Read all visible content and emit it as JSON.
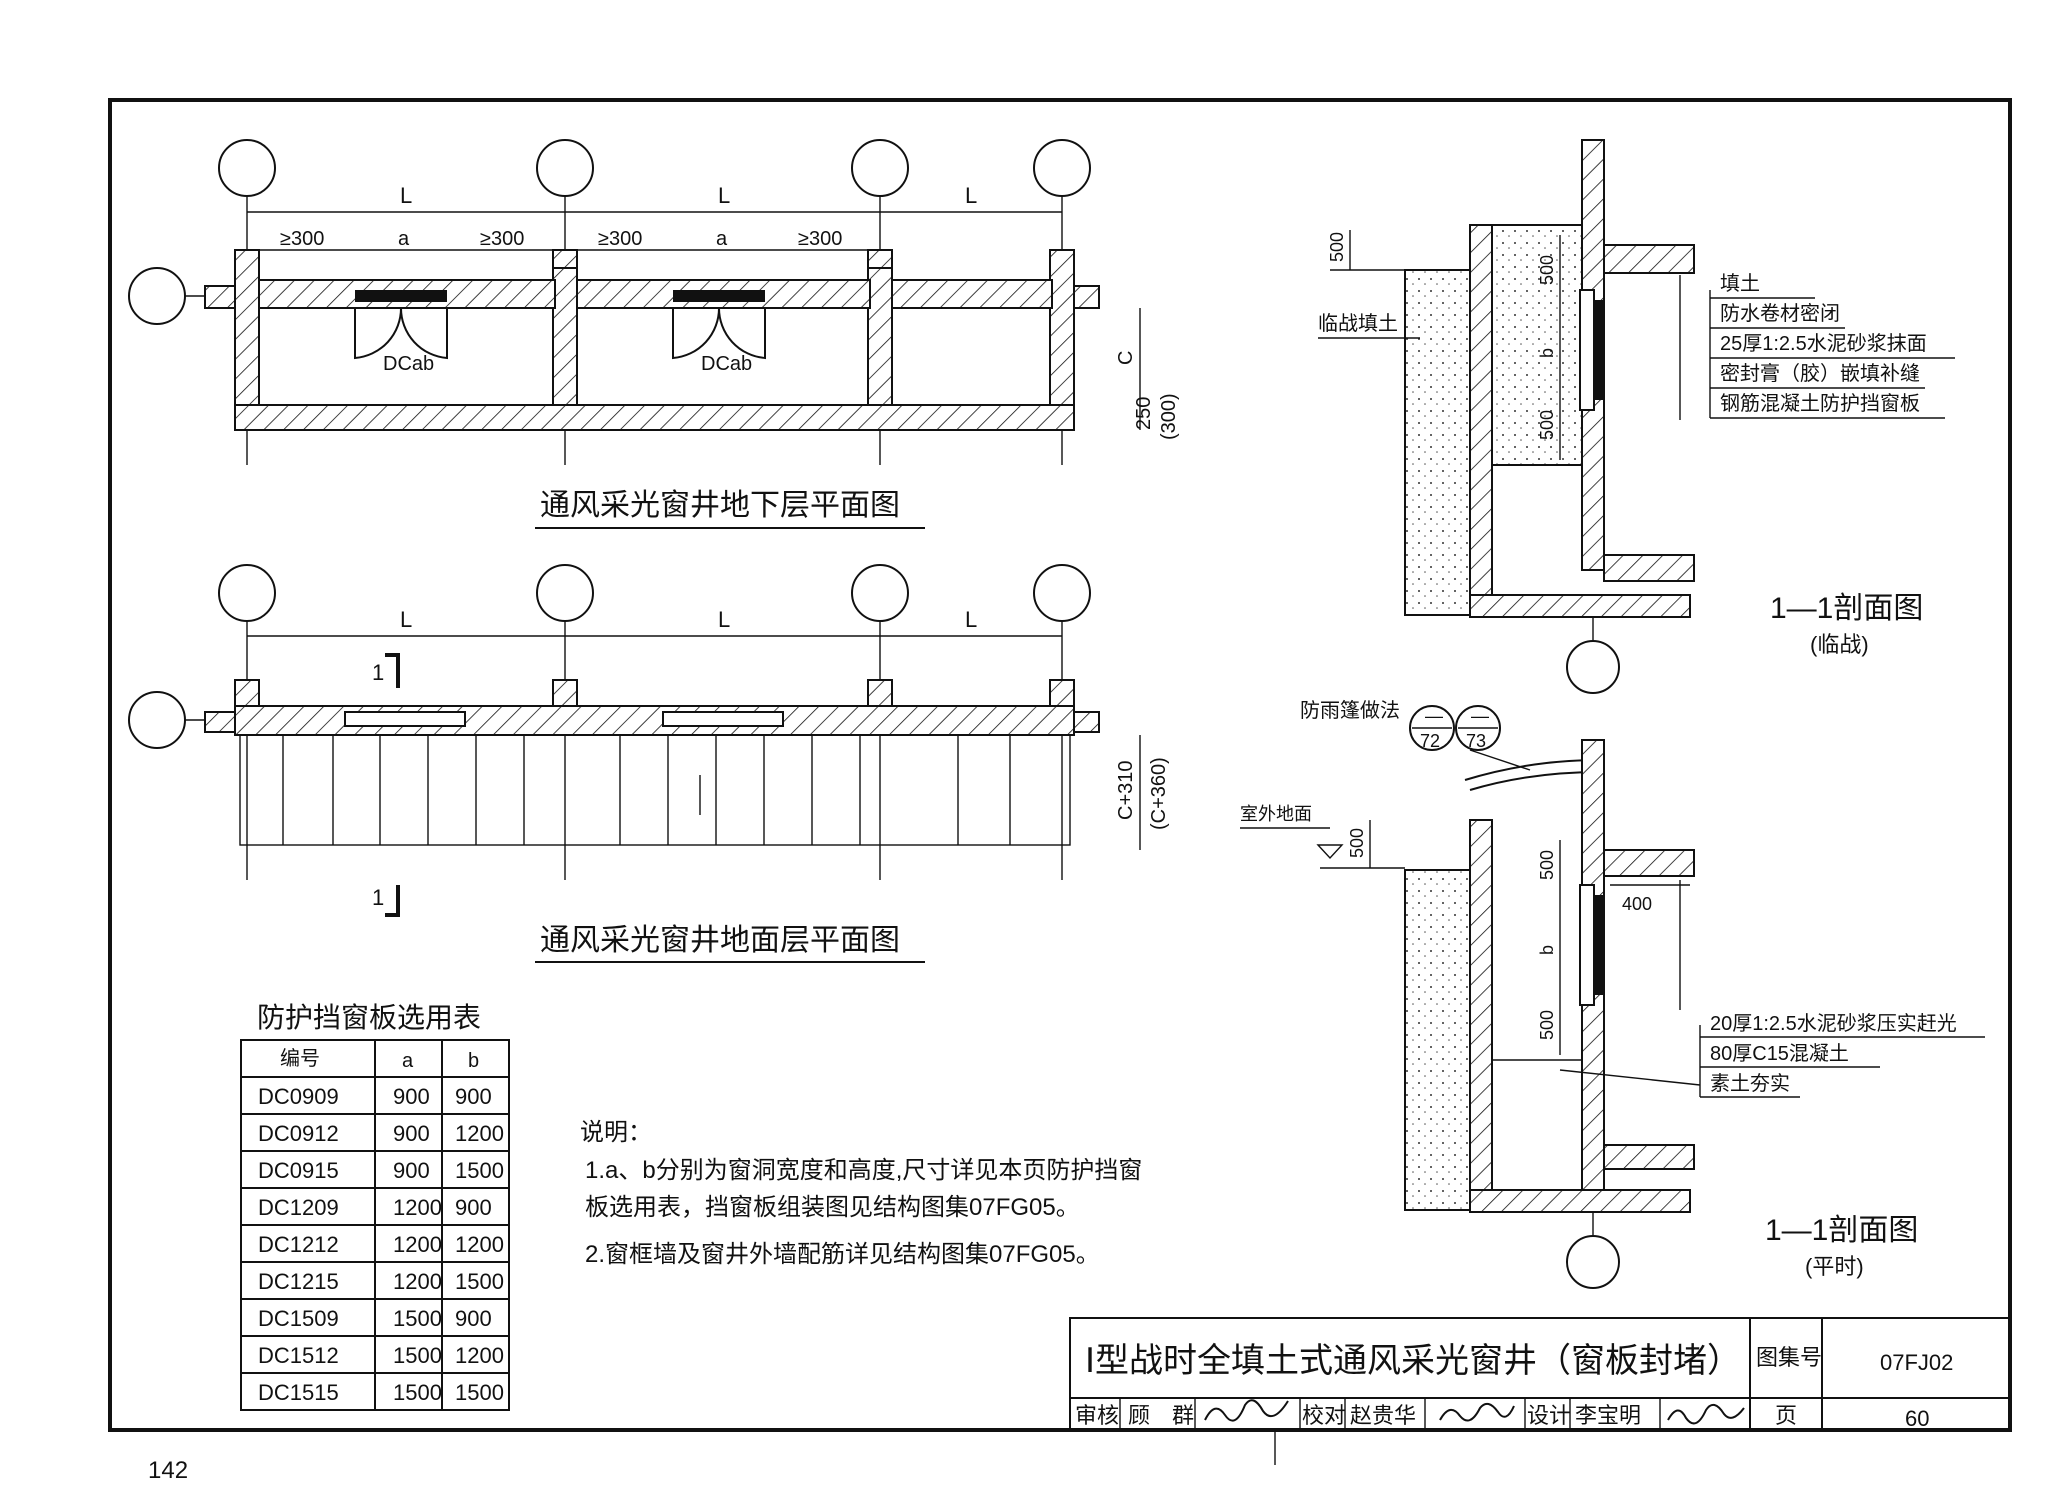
{
  "plans": {
    "dim_L": "L",
    "dim_a": "a",
    "dim_gt300": "≥300",
    "door_label": "DCab",
    "dim_C": "C",
    "dim_250": "250",
    "dim_300p": "(300)",
    "dim_C310": "C+310",
    "dim_C360": "(C+360)",
    "section_mark": "1",
    "title_basement": "通风采光窗井地下层平面图",
    "title_ground": "通风采光窗井地面层平面图"
  },
  "table": {
    "title": "防护挡窗板选用表",
    "headers": [
      "编号",
      "a",
      "b"
    ],
    "rows": [
      [
        "DC0909",
        "900",
        "900"
      ],
      [
        "DC0912",
        "900",
        "1200"
      ],
      [
        "DC0915",
        "900",
        "1500"
      ],
      [
        "DC1209",
        "1200",
        "900"
      ],
      [
        "DC1212",
        "1200",
        "1200"
      ],
      [
        "DC1215",
        "1200",
        "1500"
      ],
      [
        "DC1509",
        "1500",
        "900"
      ],
      [
        "DC1512",
        "1500",
        "1200"
      ],
      [
        "DC1515",
        "1500",
        "1500"
      ]
    ]
  },
  "notes": {
    "heading": "说明：",
    "line1": "1.a、b分别为窗洞宽度和高度,尺寸详见本页防护挡窗",
    "line2": "板选用表，挡窗板组装图见结构图集07FG05。",
    "line3": "2.窗框墙及窗井外墙配筋详见结构图集07FG05。"
  },
  "section_war": {
    "dim_500_top": "500",
    "dim_500_a": "500",
    "dim_b": "b",
    "dim_500_b": "500",
    "backfill": "临战填土",
    "callouts": [
      "填土",
      "防水卷材密闭",
      "25厚1:2.5水泥砂浆抹面",
      "密封膏（胶）嵌填补缝",
      "钢筋混凝土防护挡窗板"
    ],
    "title": "1—1剖面图",
    "subtitle": "(临战)"
  },
  "section_peace": {
    "rain_label": "防雨篷做法",
    "ref_top1": "—",
    "ref_num1": "72",
    "ref_top2": "—",
    "ref_num2": "73",
    "ground_label": "室外地面",
    "dim_500_top": "500",
    "dim_500_a": "500",
    "dim_b": "b",
    "dim_500_b": "500",
    "dim_400": "400",
    "callouts": [
      "20厚1:2.5水泥砂浆压实赶光",
      "80厚C15混凝土",
      "素土夯实"
    ],
    "title": "1—1剖面图",
    "subtitle": "(平时)"
  },
  "title_block": {
    "title": "Ⅰ型战时全填土式通风采光窗井（窗板封堵）",
    "atlas_label": "图集号",
    "atlas_no": "07FJ02",
    "review_label": "审核",
    "reviewer": "顾　群",
    "check_label": "校对",
    "checker": "赵贵华",
    "design_label": "设计",
    "designer": "李宝明",
    "page_label": "页",
    "page_no": "60"
  },
  "page_number": "142"
}
